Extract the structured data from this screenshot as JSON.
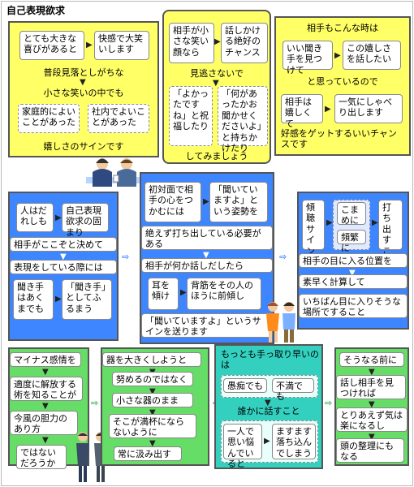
{
  "title": "自己表現欲求",
  "p1": {
    "b1": "とても大きな喜びがあると",
    "b2": "快感で大笑いします",
    "t1": "普段見落としがちな",
    "t2": "小さな笑いの中でも",
    "b3": "家庭的によいことがあった",
    "b4": "社内でよいことがあった",
    "t3": "嬉しさのサインです"
  },
  "p2": {
    "b1": "相手が小さな笑い顔なら",
    "b2": "話しかける絶好のチャンス",
    "t1": "見逃さないで",
    "b3": "「よかったですね」と祝福したり",
    "b4": "「何があったかお聞かせくださいよ」と持ちかけたり",
    "t2": "してみましょう"
  },
  "p3": {
    "t1": "相手もこんな時は",
    "b1": "いい聞き手を見つけて",
    "b2": "この嬉しさを話したい",
    "t2": "と思っているので",
    "b3": "相手は嬉しくて",
    "b4": "一気にしゃべり出します",
    "t3": "好感をゲットするいいチャンスです"
  },
  "p4": {
    "b1": "人はだれしも",
    "b2": "自己表現欲求の固まり",
    "t1": "相手がここぞと決めて",
    "t2": "表現をしている際には",
    "b3": "聞き手はあくまでも",
    "b4": "「聞き手」としてふるまう"
  },
  "p5": {
    "b1": "初対面で相手の心をつかむには",
    "b2": "「聞いていますよ」という姿勢を",
    "t1": "絶えず打ち出している必要がある",
    "t2": "相手が何か話しだしたら",
    "b3": "耳を傾け",
    "b4": "背筋をその人のほうに前傾し",
    "t3": "「聞いていますよ」というサインを送ります"
  },
  "p6": {
    "b1": "傾聴サインを",
    "b2": "こまめに",
    "b3": "頻繁に",
    "b4": "打ち出すこと",
    "t1": "相手の目に入る位置を",
    "t2": "素早く計算して",
    "t3": "いちばん目に入りそうな場所ですること"
  },
  "p7": {
    "b1": "マイナス感情を",
    "b2": "適度に解放する術を知ることが",
    "b3": "今風の胆力のあり方",
    "b4": "ではないだろうか"
  },
  "p8": {
    "b1": "器を大きくしようと",
    "b2": "努めるのではなく",
    "b3": "小さな器のまま",
    "b4": "そこが満杯にならないように",
    "b5": "常に汲み出す"
  },
  "p9": {
    "b1": "もっとも手っ取り早いのは",
    "b2": "愚痴でも",
    "b3": "不満でも",
    "t1": "誰かに話すこと",
    "b4": "一人で思い悩んでいると",
    "b5": "ますます落ち込んでしまう"
  },
  "p10": {
    "b1": "そうなる前に",
    "b2": "話し相手を見つければ",
    "b3": "とりあえず気は楽になるし",
    "b4": "頭の整理にもなる"
  },
  "colors": {
    "yellow": "#ffff66",
    "blue": "#3d86ff",
    "cyan": "#33d0c0",
    "green": "#66dd66"
  }
}
